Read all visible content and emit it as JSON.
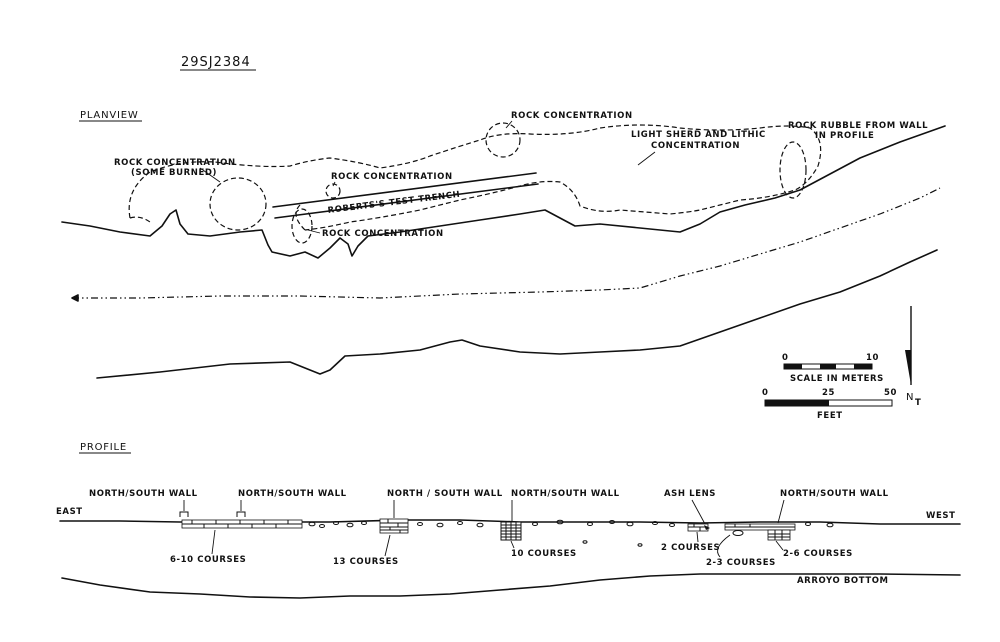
{
  "site_id": "29SJ2384",
  "planview": {
    "title": "PLANVIEW",
    "labels": {
      "rock_conc_burned_1": "ROCK CONCENTRATION",
      "rock_conc_burned_2": "(SOME BURNED)",
      "rock_conc_small": "ROCK CONCENTRATION",
      "rock_conc_top": "ROCK CONCENTRATION",
      "rock_conc_bottom": "ROCK CONCENTRATION",
      "test_trench": "ROBERTS'S TEST TRENCH",
      "sherd_1": "LIGHT SHERD AND LITHIC",
      "sherd_2": "CONCENTRATION",
      "rubble_1": "ROCK RUBBLE FROM WALL",
      "rubble_2": "IN PROFILE"
    }
  },
  "scale": {
    "meters_label": "SCALE IN METERS",
    "meters_ticks": [
      "0",
      "10"
    ],
    "feet_label": "FEET",
    "feet_ticks": [
      "0",
      "25",
      "50"
    ],
    "north_label": "N",
    "north_sub": "T"
  },
  "profile": {
    "title": "PROFILE",
    "east": "EAST",
    "west": "WEST",
    "labels": {
      "wall_1": "NORTH/SOUTH WALL",
      "wall_2": "NORTH/SOUTH WALL",
      "wall_3": "NORTH / SOUTH WALL",
      "wall_4": "NORTH/SOUTH WALL",
      "wall_5": "NORTH/SOUTH WALL",
      "ash_lens": "ASH LENS",
      "courses_6_10": "6-10 COURSES",
      "courses_13": "13 COURSES",
      "courses_10": "10 COURSES",
      "courses_2": "2 COURSES",
      "courses_2_3": "2-3 COURSES",
      "courses_2_6": "2-6 COURSES",
      "arroyo": "ARROYO BOTTOM"
    }
  }
}
